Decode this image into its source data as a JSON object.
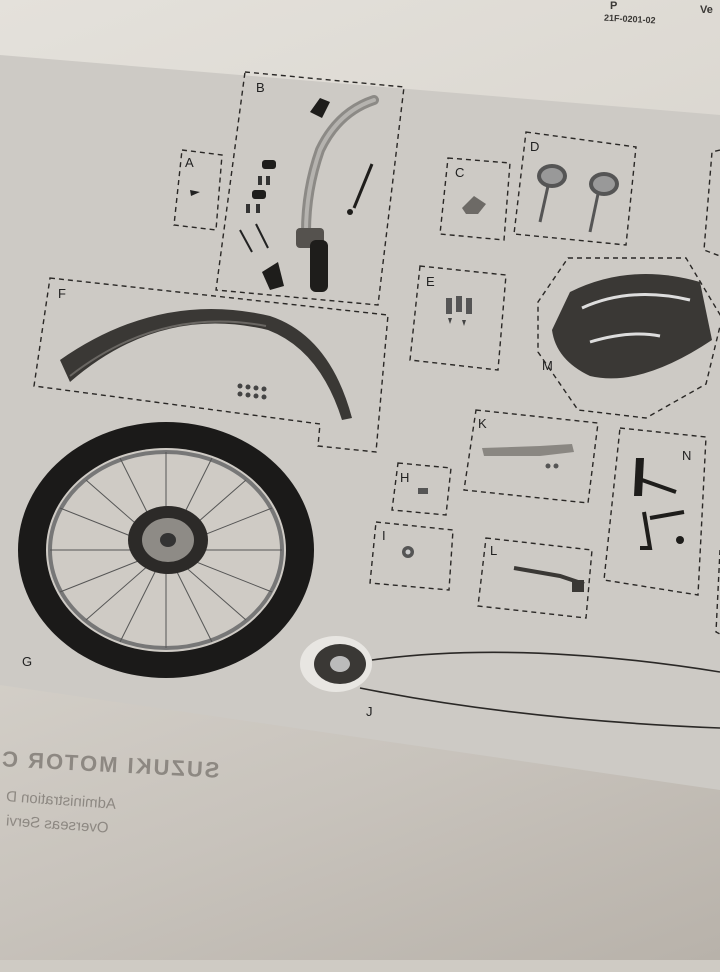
{
  "header": {
    "ref_code": "21F-0201-02",
    "corner_left": "P",
    "corner_right": "Ve"
  },
  "parts": [
    {
      "key": "A"
    },
    {
      "key": "B"
    },
    {
      "key": "C"
    },
    {
      "key": "D"
    },
    {
      "key": "E"
    },
    {
      "key": "F"
    },
    {
      "key": "G"
    },
    {
      "key": "H"
    },
    {
      "key": "I"
    },
    {
      "key": "J"
    },
    {
      "key": "K"
    },
    {
      "key": "L"
    },
    {
      "key": "M"
    },
    {
      "key": "N"
    }
  ],
  "footer": {
    "brand": "SUZUKI MOTOR C",
    "line1": "Administration D",
    "line2": "Overseas Servi"
  },
  "colors": {
    "paper": "#dcd8d1",
    "plate": "#cdcac5",
    "ink": "#222222",
    "faded_text": "#8d8882"
  }
}
